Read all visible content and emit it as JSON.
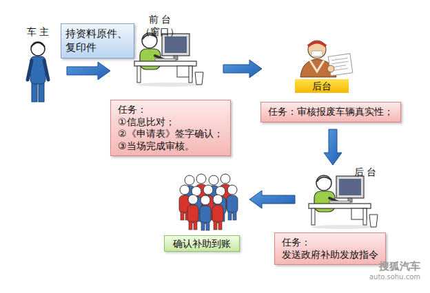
{
  "diagram": {
    "nodes": [
      {
        "text": [
          "车 主"
        ]
      },
      {
        "text": [
          "持资料原件、复印件"
        ]
      },
      {
        "text": [
          "前 台",
          "（窗口）"
        ]
      },
      {
        "text": [
          "任务：",
          "①信息比对；",
          "②《申请表》签字确认；",
          "③当场完成审核。"
        ]
      },
      {
        "text": [
          "后台"
        ]
      },
      {
        "text": [
          "任务：审核报废车辆真实性；"
        ]
      },
      {
        "text": [
          "后 台"
        ]
      },
      {
        "text": [
          "任务：",
          "发送政府补助发放指令"
        ]
      },
      {
        "text": [
          "确认补助到账"
        ]
      }
    ],
    "edges": [
      {
        "from": 0,
        "to": 2,
        "arrow": "to"
      },
      {
        "from": 2,
        "to": 4,
        "arrow": "to"
      },
      {
        "from": 4,
        "to": 6,
        "arrow": "to"
      },
      {
        "from": 6,
        "to": 8,
        "arrow": "to"
      }
    ],
    "labels": [
      "搜狐汽车",
      "auto.sohu.com"
    ]
  }
}
